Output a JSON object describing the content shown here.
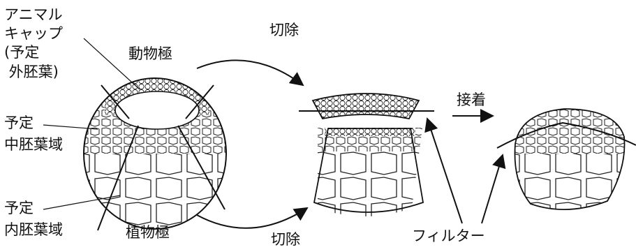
{
  "labels": {
    "animal_cap": [
      "アニマル",
      "キャップ",
      "(予定",
      " 外胚葉)"
    ],
    "animal_pole": "動物極",
    "mesoderm": [
      "予定",
      "中胚葉域"
    ],
    "endoderm": [
      "予定",
      "内胚葉域"
    ],
    "vegetal_pole": "植物極",
    "cut_top": "切除",
    "cut_bottom": "切除",
    "attach": "接着",
    "filter": "フィルター"
  }
}
